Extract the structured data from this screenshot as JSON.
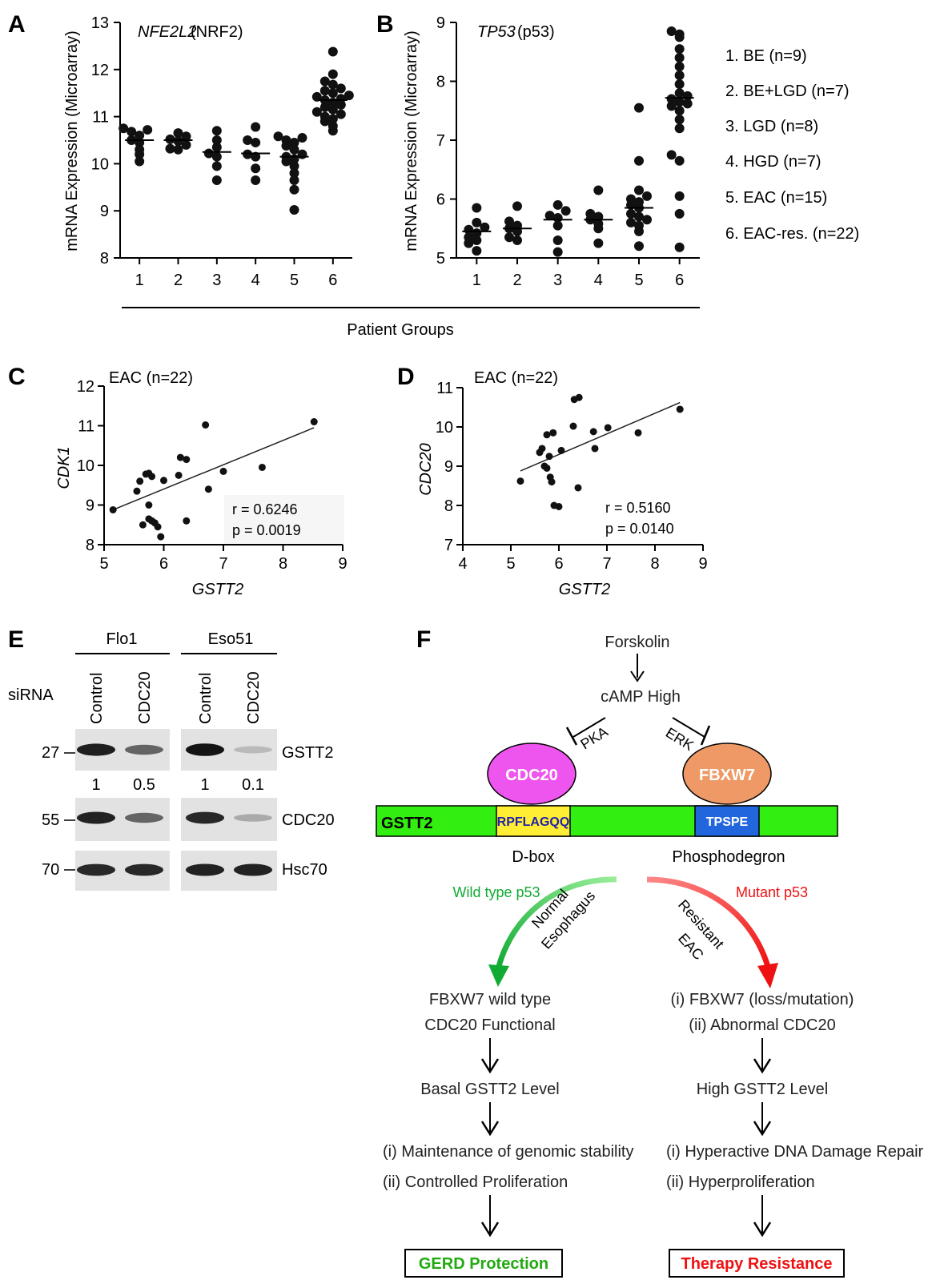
{
  "panels": {
    "A": "A",
    "B": "B",
    "C": "C",
    "D": "D",
    "E": "E",
    "F": "F"
  },
  "panel_a": {
    "chart_data": {
      "type": "scatter",
      "title_gene": "NFE2L2",
      "title_extra": " (NRF2)",
      "ylabel": "mRNA Expression (Microarray)",
      "ylim": [
        8,
        13
      ],
      "yticks": [
        "8",
        "9",
        "10",
        "11",
        "12",
        "13"
      ],
      "categories": [
        "1",
        "2",
        "3",
        "4",
        "5",
        "6"
      ],
      "medians": [
        10.5,
        10.5,
        10.25,
        10.22,
        10.15,
        11.35
      ],
      "groups": [
        [
          10.75,
          10.72,
          10.68,
          10.6,
          10.5,
          10.45,
          10.3,
          10.2,
          10.05
        ],
        [
          10.65,
          10.58,
          10.52,
          10.48,
          10.4,
          10.32,
          10.3
        ],
        [
          10.7,
          10.5,
          10.35,
          10.22,
          10.15,
          9.95,
          9.65
        ],
        [
          10.78,
          10.5,
          10.45,
          10.2,
          10.15,
          9.9,
          9.65
        ],
        [
          10.58,
          10.55,
          10.5,
          10.45,
          10.38,
          10.3,
          10.2,
          10.15,
          10.1,
          10.05,
          9.95,
          9.8,
          9.65,
          9.45,
          9.02
        ],
        [
          12.38,
          11.9,
          11.75,
          11.68,
          11.6,
          11.55,
          11.5,
          11.45,
          11.42,
          11.38,
          11.35,
          11.3,
          11.25,
          11.2,
          11.15,
          11.1,
          11.05,
          11.0,
          10.95,
          10.9,
          10.8,
          10.7
        ]
      ]
    }
  },
  "panel_b": {
    "chart_data": {
      "type": "scatter",
      "title_gene": "TP53",
      "title_extra": " (p53)",
      "ylabel": "mRNA Expression (Microarray)",
      "ylim": [
        5,
        9
      ],
      "yticks": [
        "5",
        "6",
        "7",
        "8",
        "9"
      ],
      "categories": [
        "1",
        "2",
        "3",
        "4",
        "5",
        "6"
      ],
      "medians": [
        5.45,
        5.5,
        5.65,
        5.65,
        5.85,
        7.72
      ],
      "groups": [
        [
          5.85,
          5.6,
          5.52,
          5.48,
          5.42,
          5.35,
          5.3,
          5.25,
          5.12
        ],
        [
          5.88,
          5.62,
          5.55,
          5.5,
          5.45,
          5.35,
          5.3
        ],
        [
          5.9,
          5.8,
          5.72,
          5.68,
          5.55,
          5.3,
          5.1
        ],
        [
          6.15,
          5.75,
          5.7,
          5.65,
          5.58,
          5.5,
          5.25
        ],
        [
          7.55,
          6.65,
          6.15,
          6.05,
          6.0,
          5.95,
          5.9,
          5.85,
          5.75,
          5.7,
          5.65,
          5.6,
          5.55,
          5.45,
          5.2
        ],
        [
          8.85,
          8.8,
          8.75,
          8.55,
          8.4,
          8.25,
          8.1,
          7.95,
          7.8,
          7.75,
          7.7,
          7.65,
          7.62,
          7.58,
          7.5,
          7.35,
          7.2,
          6.75,
          6.65,
          6.05,
          5.75,
          5.18
        ]
      ]
    }
  },
  "legend": [
    "1. BE (n=9)",
    "2. BE+LGD (n=7)",
    "3. LGD (n=8)",
    "4. HGD (n=7)",
    "5. EAC (n=15)",
    "6. EAC-res. (n=22)"
  ],
  "shared_xlabel": "Patient Groups",
  "panel_c": {
    "chart_data": {
      "type": "scatter",
      "title": "EAC (n=22)",
      "xlabel": "GSTT2",
      "ylabel": "CDK1",
      "xlim": [
        5,
        9
      ],
      "ylim": [
        8,
        12
      ],
      "xticks": [
        "5",
        "6",
        "7",
        "8",
        "9"
      ],
      "yticks": [
        "8",
        "9",
        "10",
        "11",
        "12"
      ],
      "points": [
        [
          5.15,
          8.88
        ],
        [
          5.55,
          9.35
        ],
        [
          5.6,
          9.6
        ],
        [
          5.65,
          8.5
        ],
        [
          5.7,
          9.78
        ],
        [
          5.75,
          9.8
        ],
        [
          5.75,
          9.0
        ],
        [
          5.75,
          8.65
        ],
        [
          5.8,
          9.72
        ],
        [
          5.8,
          8.6
        ],
        [
          5.85,
          8.55
        ],
        [
          5.9,
          8.45
        ],
        [
          5.95,
          8.2
        ],
        [
          6.0,
          9.62
        ],
        [
          6.25,
          9.75
        ],
        [
          6.28,
          10.2
        ],
        [
          6.38,
          10.15
        ],
        [
          6.38,
          8.6
        ],
        [
          6.7,
          11.02
        ],
        [
          6.75,
          9.4
        ],
        [
          7.0,
          9.85
        ],
        [
          7.65,
          9.95
        ],
        [
          8.52,
          11.1
        ]
      ],
      "fit": {
        "x1": 5.15,
        "y1": 8.88,
        "x2": 8.52,
        "y2": 10.95
      },
      "r_label": "r = 0.6246",
      "p_label": "p = 0.0019"
    }
  },
  "panel_d": {
    "chart_data": {
      "type": "scatter",
      "title": "EAC (n=22)",
      "xlabel": "GSTT2",
      "ylabel": "CDC20",
      "xlim": [
        4,
        9
      ],
      "ylim": [
        7,
        11
      ],
      "xticks": [
        "4",
        "5",
        "6",
        "7",
        "8",
        "9"
      ],
      "yticks": [
        "7",
        "8",
        "9",
        "10",
        "11"
      ],
      "points": [
        [
          5.2,
          8.62
        ],
        [
          5.6,
          9.35
        ],
        [
          5.65,
          9.45
        ],
        [
          5.7,
          9.0
        ],
        [
          5.75,
          9.8
        ],
        [
          5.75,
          8.95
        ],
        [
          5.8,
          9.25
        ],
        [
          5.82,
          8.72
        ],
        [
          5.85,
          8.6
        ],
        [
          5.88,
          9.85
        ],
        [
          5.9,
          8.0
        ],
        [
          6.0,
          7.97
        ],
        [
          6.05,
          9.4
        ],
        [
          6.3,
          10.02
        ],
        [
          6.32,
          10.7
        ],
        [
          6.42,
          10.75
        ],
        [
          6.4,
          8.45
        ],
        [
          6.72,
          9.88
        ],
        [
          6.75,
          9.45
        ],
        [
          7.02,
          9.98
        ],
        [
          7.65,
          9.85
        ],
        [
          8.52,
          10.45
        ]
      ],
      "fit": {
        "x1": 5.2,
        "y1": 8.88,
        "x2": 8.52,
        "y2": 10.62
      },
      "r_label": "r = 0.5160",
      "p_label": "p = 0.0140"
    }
  },
  "panel_e": {
    "cell_lines": [
      "Flo1",
      "Eso51"
    ],
    "row_label": "siRNA",
    "lanes": [
      "Control",
      "CDC20",
      "Control",
      "CDC20"
    ],
    "kda": [
      "27",
      "55",
      "70"
    ],
    "proteins": [
      "GSTT2",
      "CDC20",
      "Hsc70"
    ],
    "quant": [
      "1",
      "0.5",
      "1",
      "0.1"
    ],
    "band_intensity": {
      "GSTT2": [
        0.9,
        0.55,
        0.95,
        0.12
      ],
      "CDC20": [
        0.88,
        0.55,
        0.85,
        0.2
      ],
      "Hsc70": [
        0.85,
        0.85,
        0.88,
        0.88
      ]
    }
  },
  "panel_f": {
    "forskolin": "Forskolin",
    "camp": "cAMP High",
    "pka": "PKA",
    "erk": "ERK",
    "cdc20": "CDC20",
    "fbxw7": "FBXW7",
    "gstt2": "GSTT2",
    "dbox_seq": "RPFLAGQQ",
    "degron_seq": "TPSPE",
    "dbox": "D-box",
    "phosphodegron": "Phosphodegron",
    "wt_p53": "Wild type p53",
    "mut_p53": "Mutant p53",
    "normal_1": "Normal",
    "normal_2": "Esophagus",
    "resistant_1": "Resistant",
    "resistant_2": "EAC",
    "left_1": "FBXW7 wild type",
    "left_2": "CDC20 Functional",
    "left_3": "Basal GSTT2 Level",
    "left_4": "(i) Maintenance of genomic stability",
    "left_5": "(ii) Controlled Proliferation",
    "left_box": "GERD Protection",
    "right_1": "(i) FBXW7 (loss/mutation)",
    "right_2": "(ii) Abnormal CDC20",
    "right_3": "High GSTT2 Level",
    "right_4": "(i) Hyperactive DNA Damage Repair",
    "right_5": "(ii) Hyperproliferation",
    "right_box": "Therapy Resistance",
    "colors": {
      "green_bar": "#33ee11",
      "cdc20": "#ee55ee",
      "fbxw7": "#ee9966",
      "dbox_fill": "#ffee33",
      "dbox_text": "#2222aa",
      "degron_fill": "#2266dd",
      "green": "#11aa33",
      "red": "#ee1111"
    }
  }
}
